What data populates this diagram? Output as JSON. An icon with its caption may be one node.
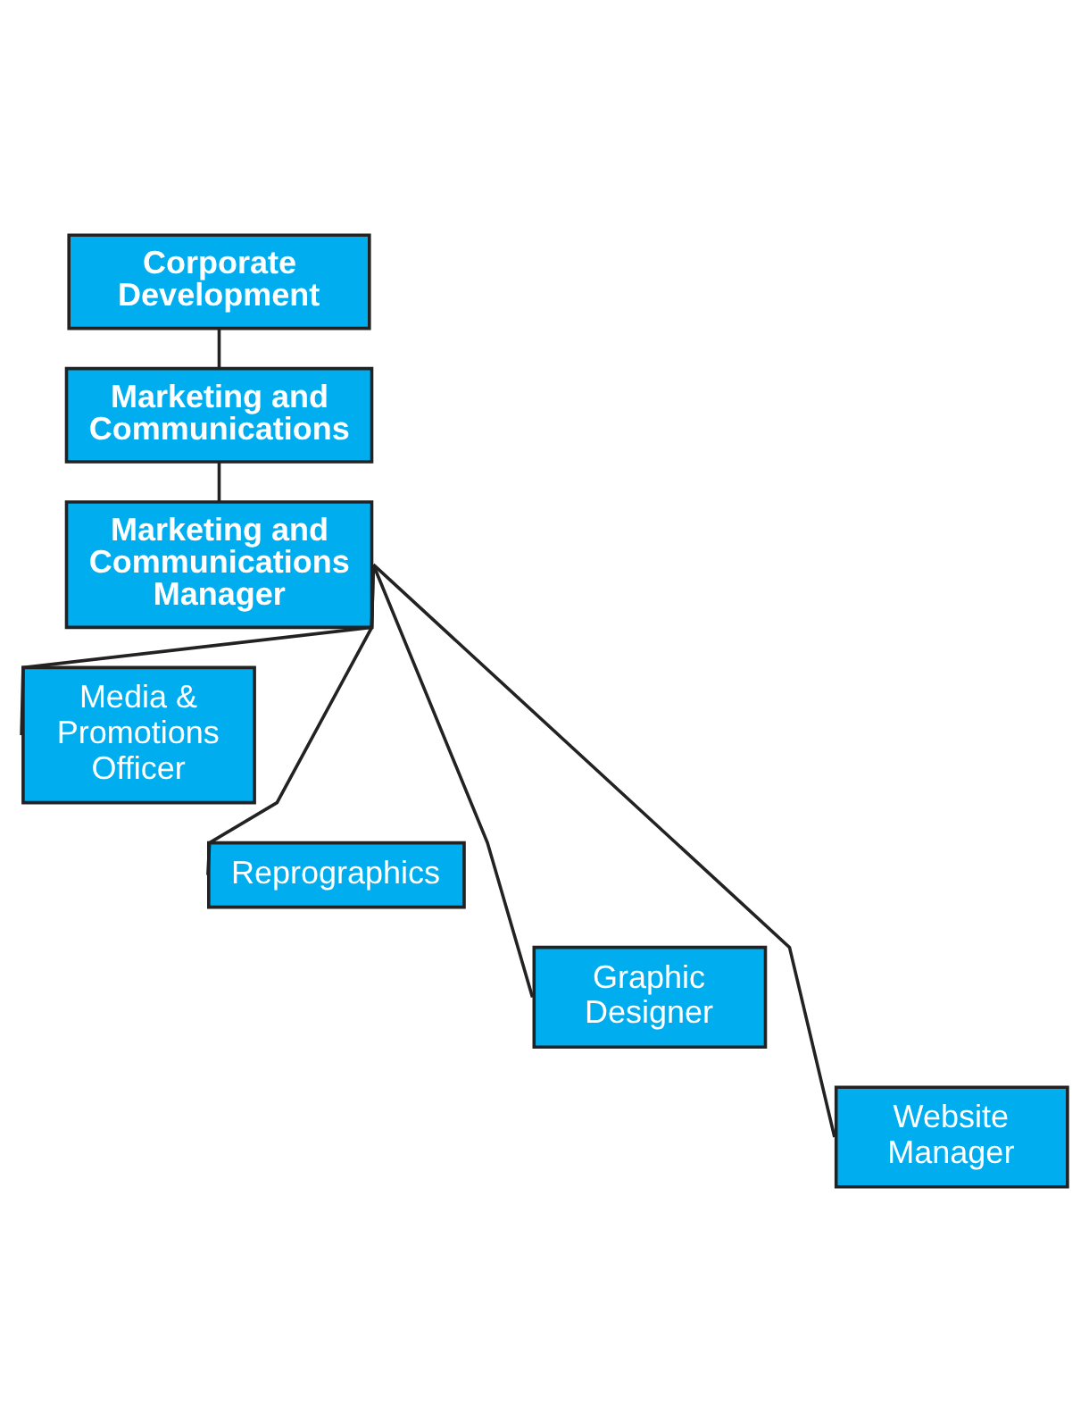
{
  "diagram": {
    "nodes": [
      {
        "text": [
          "Corporate Development"
        ]
      },
      {
        "text": [
          "Marketing and Communications"
        ]
      },
      {
        "text": [
          "Marketing and Communications Manager"
        ]
      },
      {
        "text": [
          "Media & Promotions Officer"
        ]
      },
      {
        "text": [
          "Reprographics"
        ]
      },
      {
        "text": [
          "Graphic Designer"
        ]
      },
      {
        "text": [
          "Website Manager"
        ]
      }
    ],
    "edges": [
      {
        "from": 0,
        "to": 1,
        "arrow": "none"
      },
      {
        "from": 1,
        "to": 2,
        "arrow": "none"
      },
      {
        "from": 2,
        "to": 3,
        "arrow": "none"
      },
      {
        "from": 2,
        "to": 4,
        "arrow": "none"
      },
      {
        "from": 2,
        "to": 5,
        "arrow": "none"
      },
      {
        "from": 2,
        "to": 6,
        "arrow": "none"
      }
    ]
  }
}
